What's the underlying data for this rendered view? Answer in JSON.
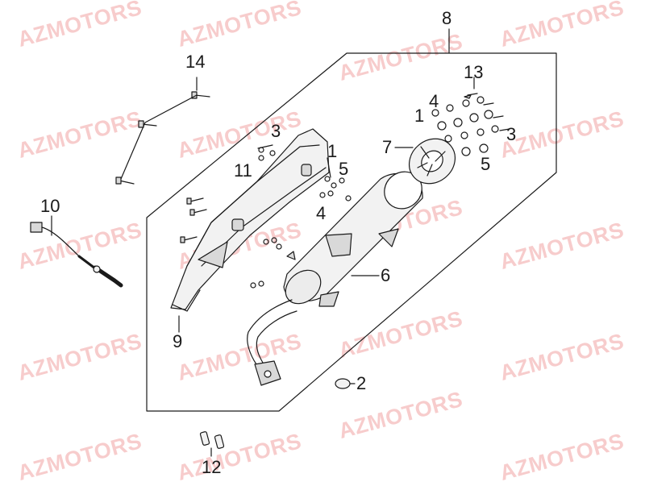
{
  "watermark": "AZMOTORS",
  "colors": {
    "watermark": "#dc2828",
    "line": "#1a1a1a",
    "part_fill": "#f2f2f2",
    "part_shade": "#d9d9d9"
  },
  "parts": [
    {
      "number": "1",
      "icon": "gasket-icon"
    },
    {
      "number": "2",
      "icon": "exhaust-gasket-icon"
    },
    {
      "number": "3",
      "icon": "washer-icon"
    },
    {
      "number": "4",
      "icon": "washer-icon"
    },
    {
      "number": "5",
      "icon": "nut-icon"
    },
    {
      "number": "6",
      "icon": "muffler-icon"
    },
    {
      "number": "7",
      "icon": "end-cap-icon"
    },
    {
      "number": "8",
      "icon": "exhaust-assembly-icon"
    },
    {
      "number": "9",
      "icon": "heat-shield-icon"
    },
    {
      "number": "10",
      "icon": "oxygen-sensor-icon"
    },
    {
      "number": "11",
      "icon": "bolt-icon"
    },
    {
      "number": "12",
      "icon": "stud-icon"
    },
    {
      "number": "13",
      "icon": "bolt-icon"
    },
    {
      "number": "14",
      "icon": "bolt-icon"
    }
  ]
}
